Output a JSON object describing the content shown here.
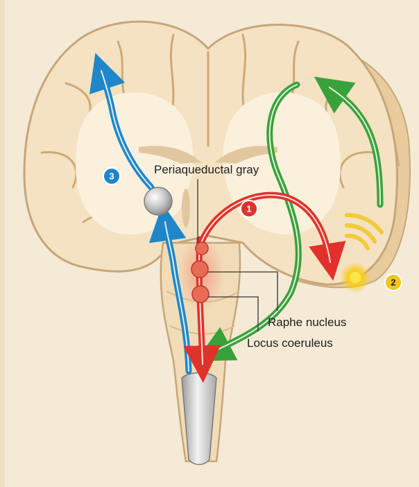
{
  "labels": {
    "periaqueductal_gray": "Periaqueductal gray",
    "raphe_nucleus": "Raphe nucleus",
    "locus_coeruleus": "Locus coeruleus"
  },
  "badges": [
    {
      "number": "1",
      "color": "#e0322a",
      "text_color": "#ffffff"
    },
    {
      "number": "2",
      "color": "#f2c521",
      "text_color": "#1e1e1e"
    },
    {
      "number": "3",
      "color": "#1f87c9",
      "text_color": "#ffffff"
    }
  ],
  "pathway_colors": {
    "red": "#e0322a",
    "green": "#3aa13a",
    "blue": "#1f87c9",
    "yellow": "#f2c521"
  }
}
